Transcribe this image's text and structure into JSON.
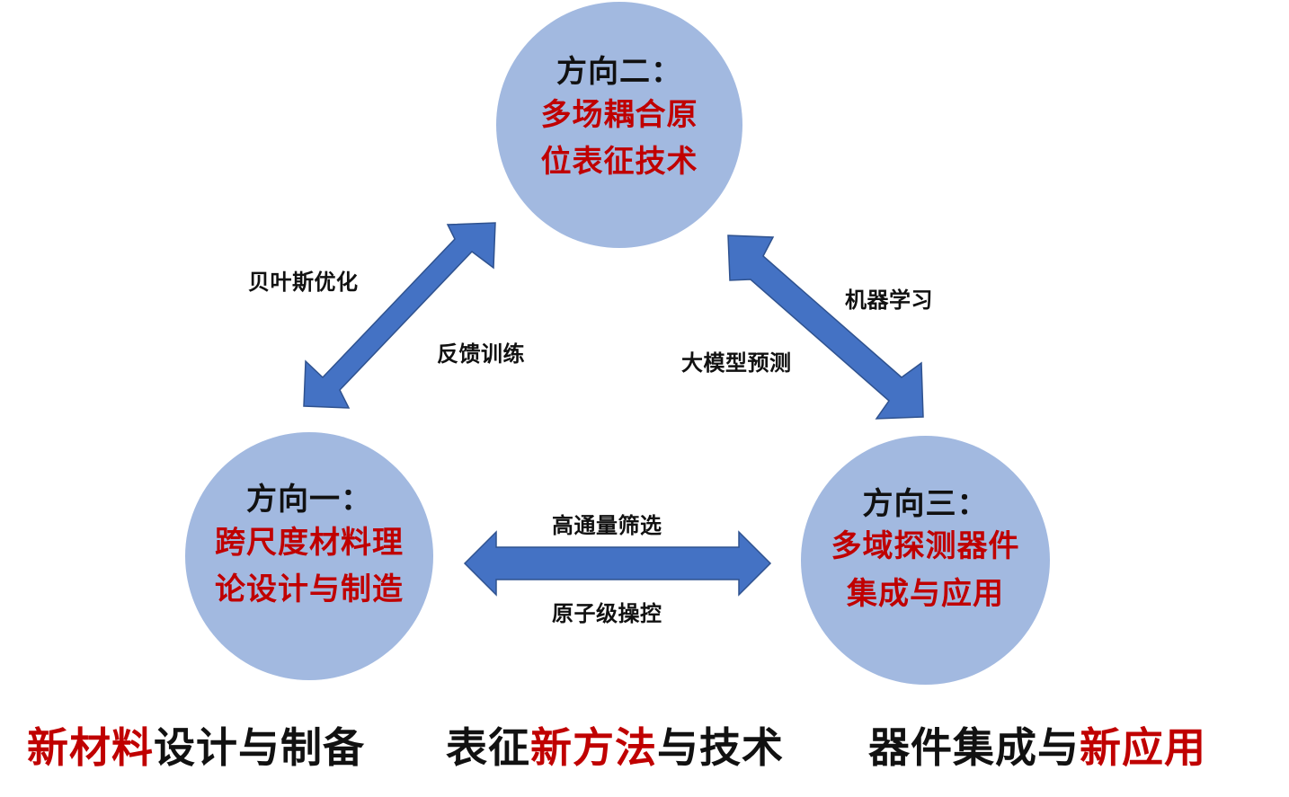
{
  "colors": {
    "circle_fill": "#a2b9e0",
    "arrow_fill": "#4472c4",
    "arrow_stroke": "#2f528f",
    "highlight_red": "#c00000",
    "text_black": "#111111"
  },
  "nodes": {
    "top": {
      "heading": "方向二：",
      "lines": [
        "多场耦合原",
        "位表征技术"
      ]
    },
    "left": {
      "heading": "方向一：",
      "lines": [
        "跨尺度材料理",
        "论设计与制造"
      ]
    },
    "right": {
      "heading": "方向三：",
      "lines": [
        "多域探测器件",
        "集成与应用"
      ]
    }
  },
  "edges": {
    "left_top": {
      "label_outer": "贝叶斯优化",
      "label_inner": "反馈训练"
    },
    "top_right": {
      "label_outer": "机器学习",
      "label_inner": "大模型预测"
    },
    "left_right": {
      "label_top": "高通量筛选",
      "label_bottom": "原子级操控"
    }
  },
  "footer": [
    {
      "highlight": "新材料",
      "rest": "设计与制备"
    },
    {
      "prefix": "表征",
      "highlight": "新方法",
      "rest": "与技术"
    },
    {
      "prefix": "器件集成与",
      "highlight": "新应用"
    }
  ]
}
